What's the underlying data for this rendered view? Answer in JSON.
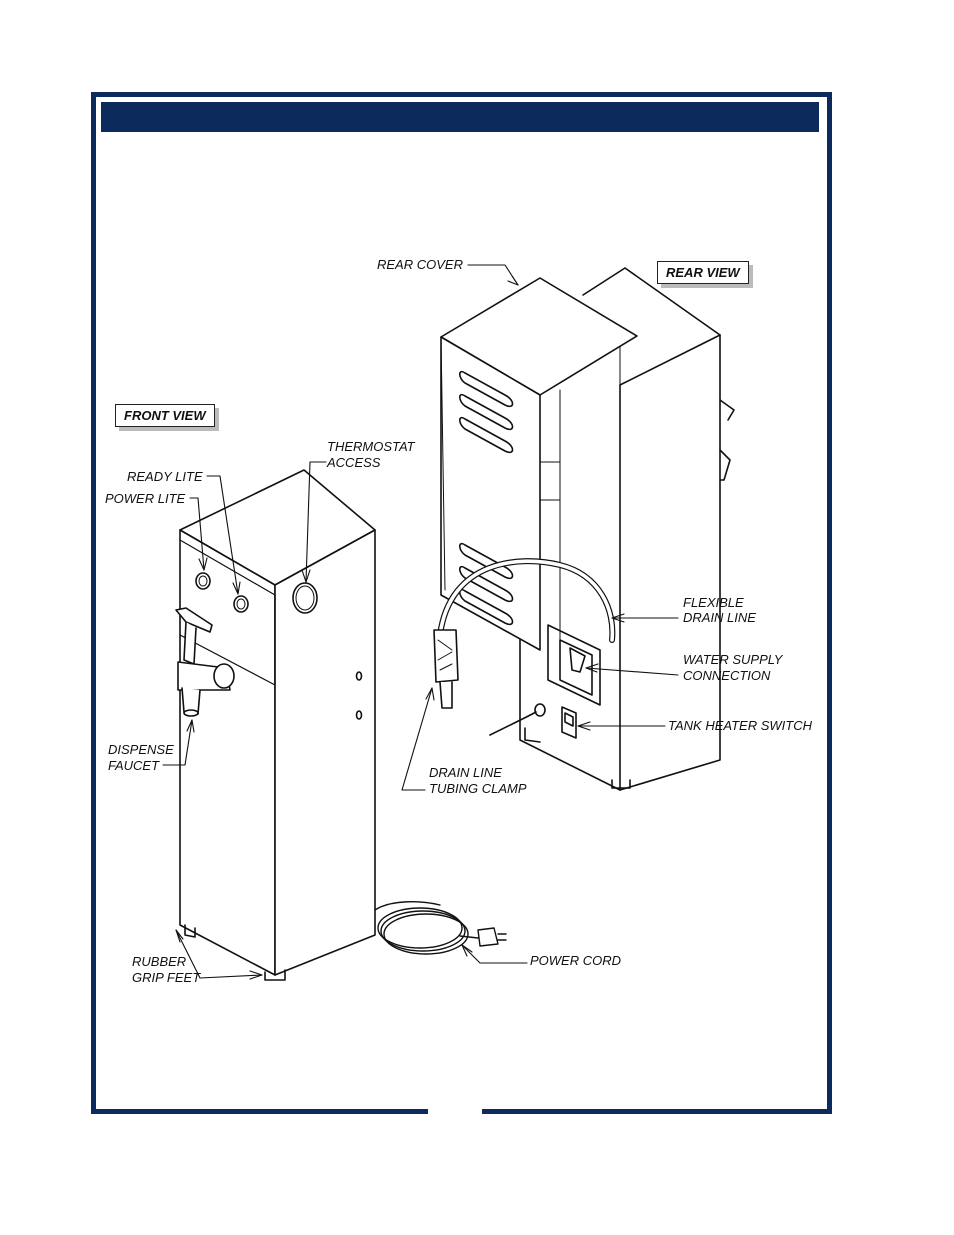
{
  "header": {
    "bar_color": "#0d2a5c"
  },
  "views": {
    "front": "FRONT VIEW",
    "rear": "REAR VIEW"
  },
  "labels": {
    "rear_cover": "REAR COVER",
    "thermostat_access_1": "THERMOSTAT",
    "thermostat_access_2": "ACCESS",
    "ready_lite": "READY LITE",
    "power_lite": "POWER LITE",
    "dispense_faucet_1": "DISPENSE",
    "dispense_faucet_2": "FAUCET",
    "rubber_feet_1": "RUBBER",
    "rubber_feet_2": "GRIP FEET",
    "power_cord": "POWER CORD",
    "flexible_drain_1": "FLEXIBLE",
    "flexible_drain_2": "DRAIN LINE",
    "water_supply_1": "WATER SUPPLY",
    "water_supply_2": "CONNECTION",
    "tank_heater_switch": "TANK HEATER SWITCH",
    "drain_clamp_1": "DRAIN LINE",
    "drain_clamp_2": "TUBING CLAMP"
  }
}
